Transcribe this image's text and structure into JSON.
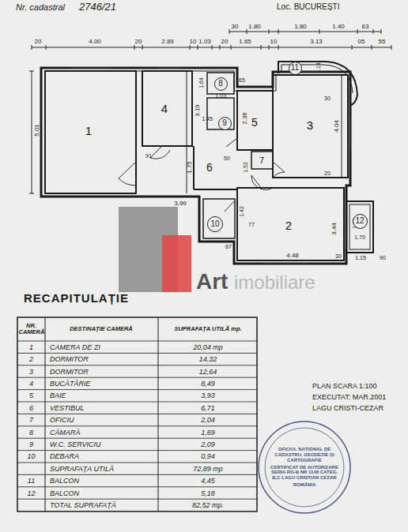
{
  "diagram": {
    "title": "RECAPITULAȚIE",
    "nodes": [
      {
        "text": [
          "8"
        ]
      },
      {
        "text": [
          "9"
        ]
      },
      {
        "text": [
          "10"
        ]
      },
      {
        "text": [
          "11"
        ]
      },
      {
        "text": [
          "12"
        ]
      },
      {
        "text": [
          "OFICIUL NAȚIONAL DE CADASTRU, GEODEZIE ȘI CARTOGRAFIE",
          "CERTIFICAT DE AUTORIZARE SERIA RO-B NR 1148 CATEG. B,C LAGU CRISTIAN CEZAR",
          "ROMÂNIA"
        ]
      }
    ],
    "edges": [],
    "labels": [
      "Nr. cadastral",
      "2746/21",
      "Loc. BUCUREȘTI",
      "1",
      "2",
      "3",
      "4",
      "5",
      "6",
      "7",
      "30",
      "1.80",
      "1.80",
      "1.40",
      "63",
      "20",
      "4.00",
      "20",
      "2.89",
      "10",
      "1.03",
      "20",
      "1.65",
      "10",
      "3.13",
      "05",
      "55",
      "5.01",
      "3.19",
      "1.64",
      "1.03",
      "1.45",
      "1.75",
      "2.36",
      "4.04",
      "1.52",
      "3.99",
      "91",
      "50",
      "65",
      "30",
      "20",
      "1.42",
      "67",
      "77",
      "3.44",
      "4.48",
      "30",
      "1.80",
      "1.70",
      "1.15",
      "90",
      "1.14",
      "Art",
      "imobiliare",
      "PLAN SCARA 1:100",
      "EXECUTAT: MAR.2001",
      "LAGU CRISTI-CEZAR",
      "NR. CAMERĂ",
      "DESTINAȚIE CAMERĂ",
      "SUPRAFAȚA UTILĂ mp.",
      "1",
      "CAMERA DE ZI",
      "20,04 mp",
      "2",
      "DORMITOR",
      "14,32",
      "3",
      "DORMITOR",
      "12,64",
      "4",
      "BUCĂTĂRIE",
      "8,49",
      "5",
      "BAIE",
      "3,93",
      "6",
      "VESTIBUL",
      "6,71",
      "7",
      "OFICIU",
      "2,04",
      "8",
      "CĂMARĂ",
      "1,69",
      "9",
      "W.C. SERVICIU",
      "2,09",
      "10",
      "DEBARA",
      "0,94",
      "SUPRAFAȚA UTILĂ",
      "72,89 mp",
      "11",
      "BALCON",
      "4,45",
      "12",
      "BALCON",
      "5,18",
      "TOTAL SUPRAFAȚĂ",
      "82,52 mp."
    ]
  }
}
